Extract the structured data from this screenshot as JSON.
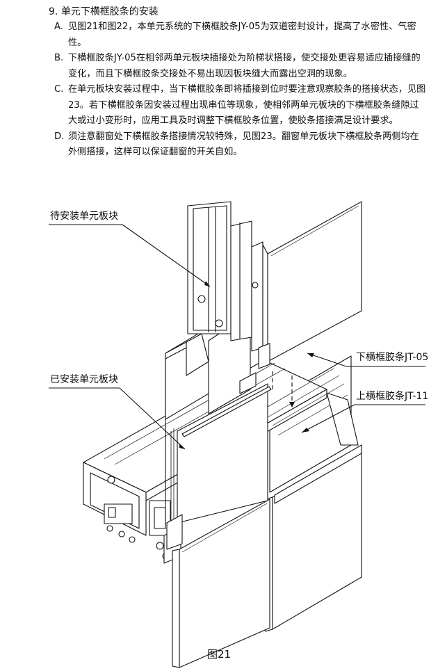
{
  "section": {
    "number": "9.",
    "title": "单元下横框胶条的安装",
    "items": [
      {
        "mark": "A.",
        "text": "见图21和图22，本单元系统的下横框胶条JY-05为双道密封设计，提高了水密性、气密性。"
      },
      {
        "mark": "B.",
        "text": "下横框胶条JY-05在相邻两单元板块插接处为阶梯状搭接，使交接处更容易适应插接缝的变化，而且下横框胶条交接处不易出现因板块缝大而露出空洞的现象。"
      },
      {
        "mark": "C.",
        "text": "在单元板块安装过程中，当下横框胶条即将插接到位时要注意观察胶条的搭接状态，见图23。若下横框胶条因安装过程出现串位等现象，使相邻两单元板块的下横框胶条缝隙过大或过小变形时，应用工具及时调整下横框胶条位置，使胶条搭接满足设计要求。"
      },
      {
        "mark": "D.",
        "text": "须注意翻窗处下横框胶条搭接情况较特殊，见图23。翻窗单元板块下横框胶条两侧均在外侧搭接，这样可以保证翻窗的开关自如。"
      }
    ]
  },
  "drawing": {
    "labels": {
      "pending_panel": "待安装单元板块",
      "installed_panel": "已安装单元板块",
      "lower_gasket": "下横框胶条JT-05",
      "upper_gasket": "上横框胶条JT-11"
    },
    "caption": "图21"
  }
}
